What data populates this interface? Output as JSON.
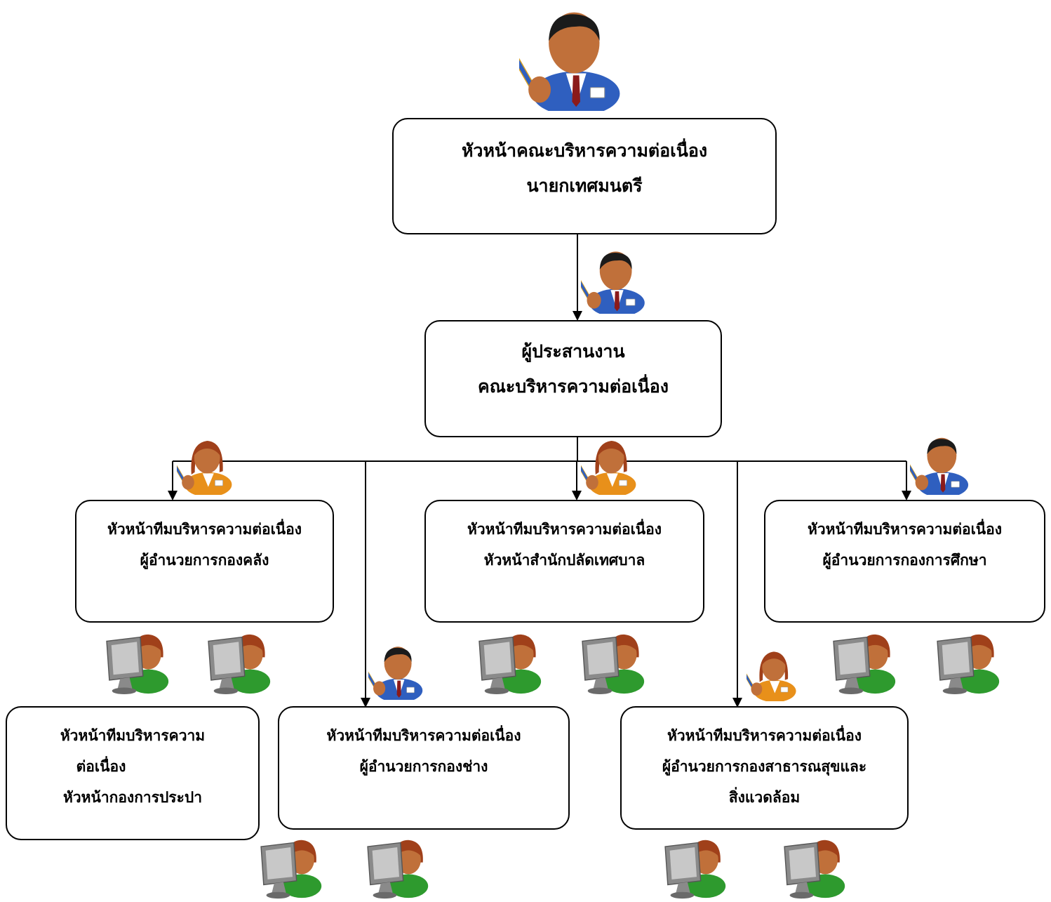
{
  "top": {
    "line1": "หัวหน้าคณะบริหารความต่อเนื่อง",
    "line2": "นายกเทศมนตรี"
  },
  "coordinator": {
    "line1": "ผู้ประสานงาน",
    "line2": "คณะบริหารความต่อเนื่อง"
  },
  "finance": {
    "line1": "หัวหน้าทีมบริหารความต่อเนื่อง",
    "line2": "ผู้อำนวยการกองคลัง"
  },
  "office": {
    "line1": "หัวหน้าทีมบริหารความต่อเนื่อง",
    "line2": "หัวหน้าสำนักปลัดเทศบาล"
  },
  "education": {
    "line1": "หัวหน้าทีมบริหารความต่อเนื่อง",
    "line2": "ผู้อำนวยการกองการศึกษา"
  },
  "waterworks": {
    "line1": "หัวหน้าทีมบริหารความ",
    "line2": "ต่อเนื่อง",
    "line3": "หัวหน้ากองการประปา"
  },
  "engineering": {
    "line1": "หัวหน้าทีมบริหารความต่อเนื่อง",
    "line2": "ผู้อำนวยการกองช่าง"
  },
  "health": {
    "line1": "หัวหน้าทีมบริหารความต่อเนื่อง",
    "line2": "ผู้อำนวยการกองสาธารณสุขและ",
    "line3": "สิ่งแวดล้อม"
  },
  "colors": {
    "suit_blue": "#2f5fbf",
    "tie_red": "#8b1a1a",
    "skin": "#c0703a",
    "hair_dark": "#1b1b1b",
    "hair_red": "#a0401a",
    "vest_orange": "#e8901a",
    "shirt_green": "#2e9a2e",
    "monitor_gray": "#8a8a8a"
  },
  "icons": [
    "businessman-icon",
    "businesswoman-icon",
    "computer-user-icon"
  ]
}
